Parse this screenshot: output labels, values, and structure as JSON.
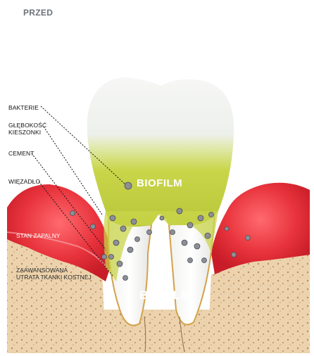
{
  "header": {
    "title": "PRZED"
  },
  "labels": {
    "bacteria": "BAKTERIE",
    "pocket_depth_1": "GŁĘBOKOŚĆ",
    "pocket_depth_2": "KIESZONKI",
    "cement": "CEMENT",
    "ligament": "WIĘZADŁO",
    "inflammation": "STAN ZAPALNY",
    "bone_loss_1": "ZAAWANSOWANA",
    "bone_loss_2": "UTRATA TKANKI KOSTNEJ",
    "biofilm_top": "BIOFILM",
    "biofilm_bottom": "BIOFILM"
  },
  "colors": {
    "enamel": "#f4f5f4",
    "biofilm": "#c9d64a",
    "gum": "#e8333c",
    "bone": "#ecd3ad",
    "bone_dots": "#b98d5f",
    "root_outline": "#d4a24a"
  }
}
